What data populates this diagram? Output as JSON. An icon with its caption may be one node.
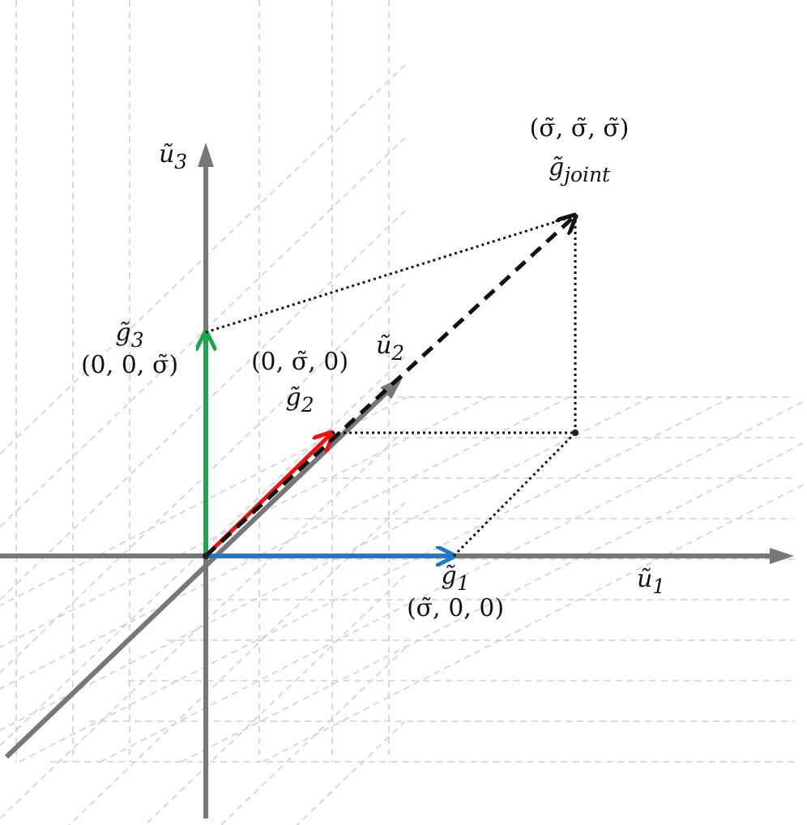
{
  "diagram": {
    "nodes": [
      {
        "text": [],
        "shape": "point"
      },
      {
        "text": [
          "g̃$_{1}$",
          "(σ̃, 0, 0)"
        ]
      },
      {
        "text": [
          "(0, σ̃, 0)",
          "g̃$_{2}$"
        ]
      },
      {
        "text": [
          "g̃$_{3}$",
          "(0, 0, σ̃)"
        ]
      },
      {
        "text": [
          "(σ̃, σ̃, σ̃)",
          "g̃$_{joint}$"
        ]
      },
      {
        "text": [],
        "shape": "point"
      }
    ],
    "edges": [
      {
        "from": 0,
        "to": 1,
        "arrow": "to",
        "color": "#1f77c8"
      },
      {
        "from": 0,
        "to": 2,
        "arrow": "to",
        "color": "#ee1111"
      },
      {
        "from": 0,
        "to": 3,
        "arrow": "to",
        "color": "#19a84b"
      },
      {
        "from": 0,
        "to": 4,
        "arrow": "to",
        "style": "dashed"
      },
      {
        "from": 3,
        "to": 4,
        "arrow": "none",
        "style": "dashed"
      },
      {
        "from": 2,
        "to": 5,
        "arrow": "none",
        "style": "dashed"
      },
      {
        "from": 5,
        "to": 4,
        "arrow": "none",
        "style": "dashed"
      },
      {
        "from": 1,
        "to": 5,
        "arrow": "none",
        "style": "dashed"
      }
    ],
    "labels": [
      "ũ$_{3}$",
      "ũ$_{2}$",
      "ũ$_{1}$"
    ]
  }
}
